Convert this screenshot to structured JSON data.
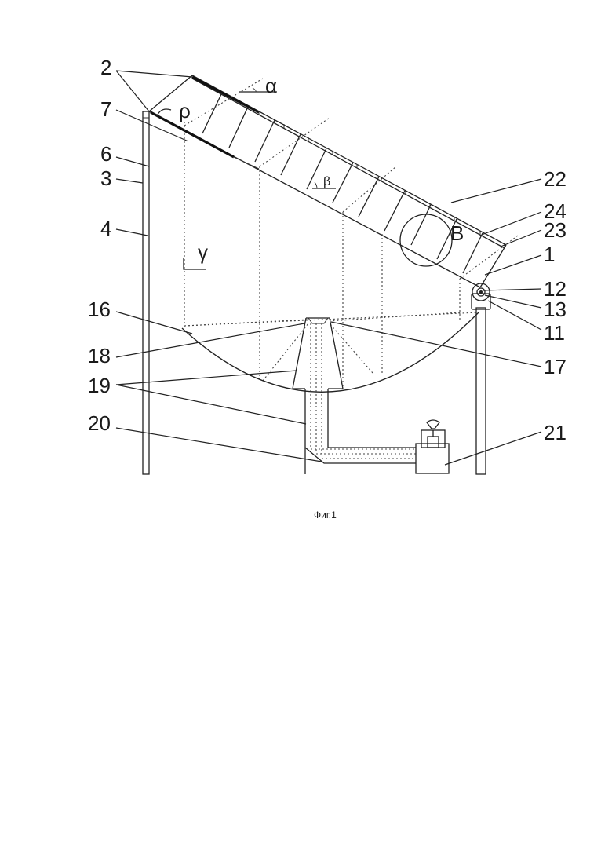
{
  "figure": {
    "caption": "Фиг.1",
    "labels": {
      "l2": "2",
      "l7": "7",
      "l6": "6",
      "l3": "3",
      "l4": "4",
      "l16": "16",
      "l18": "18",
      "l19": "19",
      "l20": "20",
      "l22": "22",
      "l24": "24",
      "l23": "23",
      "l1": "1",
      "l12": "12",
      "l13": "13",
      "l11": "11",
      "l17": "17",
      "l21": "21",
      "alpha": "α",
      "rho": "ρ",
      "beta": "β",
      "gamma": "γ",
      "detailB": "B"
    }
  }
}
